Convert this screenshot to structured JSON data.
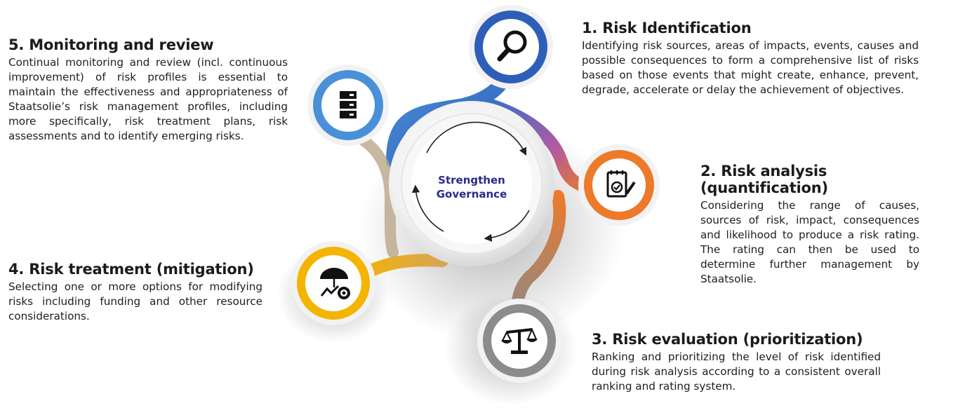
{
  "center": {
    "line1": "Strengthen",
    "line2": "Governance"
  },
  "steps": [
    {
      "title": "1. Risk Identification",
      "text": "Identifying risk sources, areas of impacts, events, causes and possible consequences to form a comprehensive list of risks based on those events that might create, enhance, prevent, degrade, accelerate or delay the achievement of objectives.",
      "icon": "magnifier-icon",
      "color": "#2e5fb8"
    },
    {
      "title": "2. Risk analysis (quantification)",
      "text": "Considering the range of causes, sources of risk, impact, consequences and likelihood to produce a risk rating. The rating can then be used to determine further management by Staatsolie.",
      "icon": "checklist-icon",
      "color": "#ec7a2a"
    },
    {
      "title": "3. Risk evaluation (prioritization)",
      "text": "Ranking and prioritizing the level of risk identified during risk analysis according to a consistent overall ranking and rating system.",
      "icon": "scale-icon",
      "color": "#8c8c8c"
    },
    {
      "title": "4. Risk treatment (mitigation)",
      "text": "Selecting one or more options for modifying risks including funding and other resource considerations.",
      "icon": "umbrella-gear-icon",
      "color": "#f4b400"
    },
    {
      "title": "5. Monitoring and review",
      "text": "Continual monitoring and review (incl. continuous improvement) of risk profiles is essential to maintain the effectiveness and appropriateness of Staatsolie’s risk management profiles, including more specifically, risk treatment plans, risk assessments and to identify emerging risks.",
      "icon": "server-icon",
      "color": "#4a90d9"
    }
  ]
}
